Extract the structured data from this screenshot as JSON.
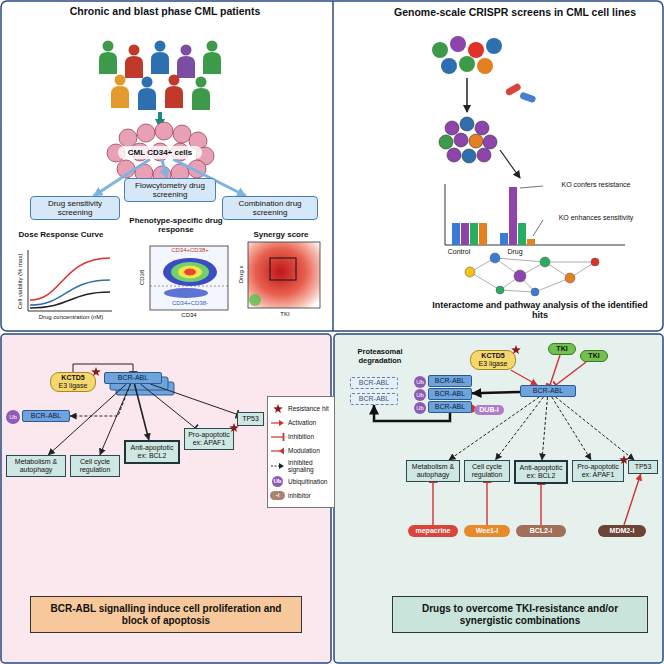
{
  "diagram": {
    "nodes": [
      {
        "text": [
          "CML CD34+ cells"
        ]
      },
      {
        "text": [
          "Drug sensitivity screening"
        ]
      },
      {
        "text": [
          "Flowcytometry drug screening"
        ]
      },
      {
        "text": [
          "Combination drug screening"
        ]
      },
      {
        "text": [
          "KCTD5",
          "E3 ligase"
        ]
      },
      {
        "text": [
          "BCR-ABL"
        ]
      },
      {
        "text": [
          "Ub"
        ]
      },
      {
        "text": [
          "BCR-ABL"
        ]
      },
      {
        "text": [
          "Metabolism & autophagy"
        ]
      },
      {
        "text": [
          "Cell cycle regulation"
        ]
      },
      {
        "text": [
          "Anti-apoptotic ex: BCL2"
        ]
      },
      {
        "text": [
          "Pro-apoptotic ex: APAF1"
        ]
      },
      {
        "text": [
          "TP53"
        ]
      },
      {
        "text": [
          "BCR-ABL signalling induce cell proliferation and block of apoptosis"
        ]
      },
      {
        "text": [
          "BCR-ABL"
        ]
      },
      {
        "text": [
          "BCR-ABL"
        ]
      },
      {
        "text": [
          "Ub"
        ]
      },
      {
        "text": [
          "BCR-ABL"
        ]
      },
      {
        "text": [
          "Ub"
        ]
      },
      {
        "text": [
          "BCR-ABL"
        ]
      },
      {
        "text": [
          "Ub"
        ]
      },
      {
        "text": [
          "BCR-ABL"
        ]
      },
      {
        "text": [
          "KCTD5",
          "E3 ligase"
        ]
      },
      {
        "text": [
          "TKI"
        ]
      },
      {
        "text": [
          "TKI"
        ]
      },
      {
        "text": [
          "BCR-ABL"
        ]
      },
      {
        "text": [
          "DUB-i"
        ]
      },
      {
        "text": [
          "Metabolism & autophagy"
        ]
      },
      {
        "text": [
          "Cell cycle regulation"
        ]
      },
      {
        "text": [
          "Anti-apoptotic ex: BCL2"
        ]
      },
      {
        "text": [
          "Pro-apoptotic ex: APAF1"
        ]
      },
      {
        "text": [
          "TP53"
        ]
      },
      {
        "text": [
          "mepacrine"
        ]
      },
      {
        "text": [
          "Wee1-i"
        ]
      },
      {
        "text": [
          "BCL2-i"
        ]
      },
      {
        "text": [
          "MDM2-i"
        ]
      },
      {
        "text": [
          "Drugs to overcome TKI-resistance and/or synergistic combinations"
        ]
      }
    ],
    "edges": [
      {
        "from": 0,
        "to": 1,
        "arrow": "to"
      },
      {
        "from": 0,
        "to": 2,
        "arrow": "to"
      },
      {
        "from": 0,
        "to": 3,
        "arrow": "to"
      },
      {
        "from": 4,
        "to": 5,
        "arrow": "to"
      },
      {
        "from": 5,
        "to": 7,
        "arrow": "to"
      },
      {
        "from": 5,
        "to": 8,
        "arrow": "to"
      },
      {
        "from": 5,
        "to": 9,
        "arrow": "to"
      },
      {
        "from": 5,
        "to": 10,
        "arrow": "to"
      },
      {
        "from": 5,
        "to": 11,
        "arrow": "to"
      },
      {
        "from": 5,
        "to": 12,
        "arrow": "to"
      },
      {
        "from": 23,
        "to": 25,
        "arrow": "to"
      },
      {
        "from": 24,
        "to": 25,
        "arrow": "to"
      },
      {
        "from": 22,
        "to": 25,
        "arrow": "to"
      },
      {
        "from": 25,
        "to": 19,
        "arrow": "to"
      },
      {
        "from": 21,
        "to": 15,
        "arrow": "to"
      },
      {
        "from": 26,
        "to": 21,
        "arrow": "to"
      },
      {
        "from": 25,
        "to": 27,
        "arrow": "to"
      },
      {
        "from": 25,
        "to": 28,
        "arrow": "to"
      },
      {
        "from": 25,
        "to": 29,
        "arrow": "to"
      },
      {
        "from": 25,
        "to": 30,
        "arrow": "to"
      },
      {
        "from": 25,
        "to": 31,
        "arrow": "to"
      },
      {
        "from": 32,
        "to": 27,
        "arrow": "to"
      },
      {
        "from": 33,
        "to": 28,
        "arrow": "to"
      },
      {
        "from": 34,
        "to": 29,
        "arrow": "to"
      },
      {
        "from": 35,
        "to": 31,
        "arrow": "to"
      }
    ],
    "labels": [
      "Chronic and blast phase CML patients",
      "Dose Response Curve",
      "Phenotype-specific drug response",
      "Synergy score",
      "Cell viability (% max)",
      "Drug concentration (nM)",
      "CD38",
      "CD34",
      "CD34+CD38+",
      "CD34+CD38-",
      "Drug x",
      "TKI",
      "Genome-scale CRISPR screens in CML cell lines",
      "Control",
      "Drug",
      "KO confers resistance",
      "KO enhances sensitivity",
      "Interactome and pathway analysis of the identified hits",
      "Proteasomal degradation",
      "Ub",
      "-i"
    ],
    "legend": [
      {
        "text": "Resistance hit"
      },
      {
        "text": "Activation"
      },
      {
        "text": "Inhibition"
      },
      {
        "text": "Modulation"
      },
      {
        "text": "Inhibited signaling"
      },
      {
        "text": "Ubiquitination",
        "color": "#8e5ab5"
      },
      {
        "text": "inhibitor",
        "color": "#a9836f"
      }
    ]
  }
}
